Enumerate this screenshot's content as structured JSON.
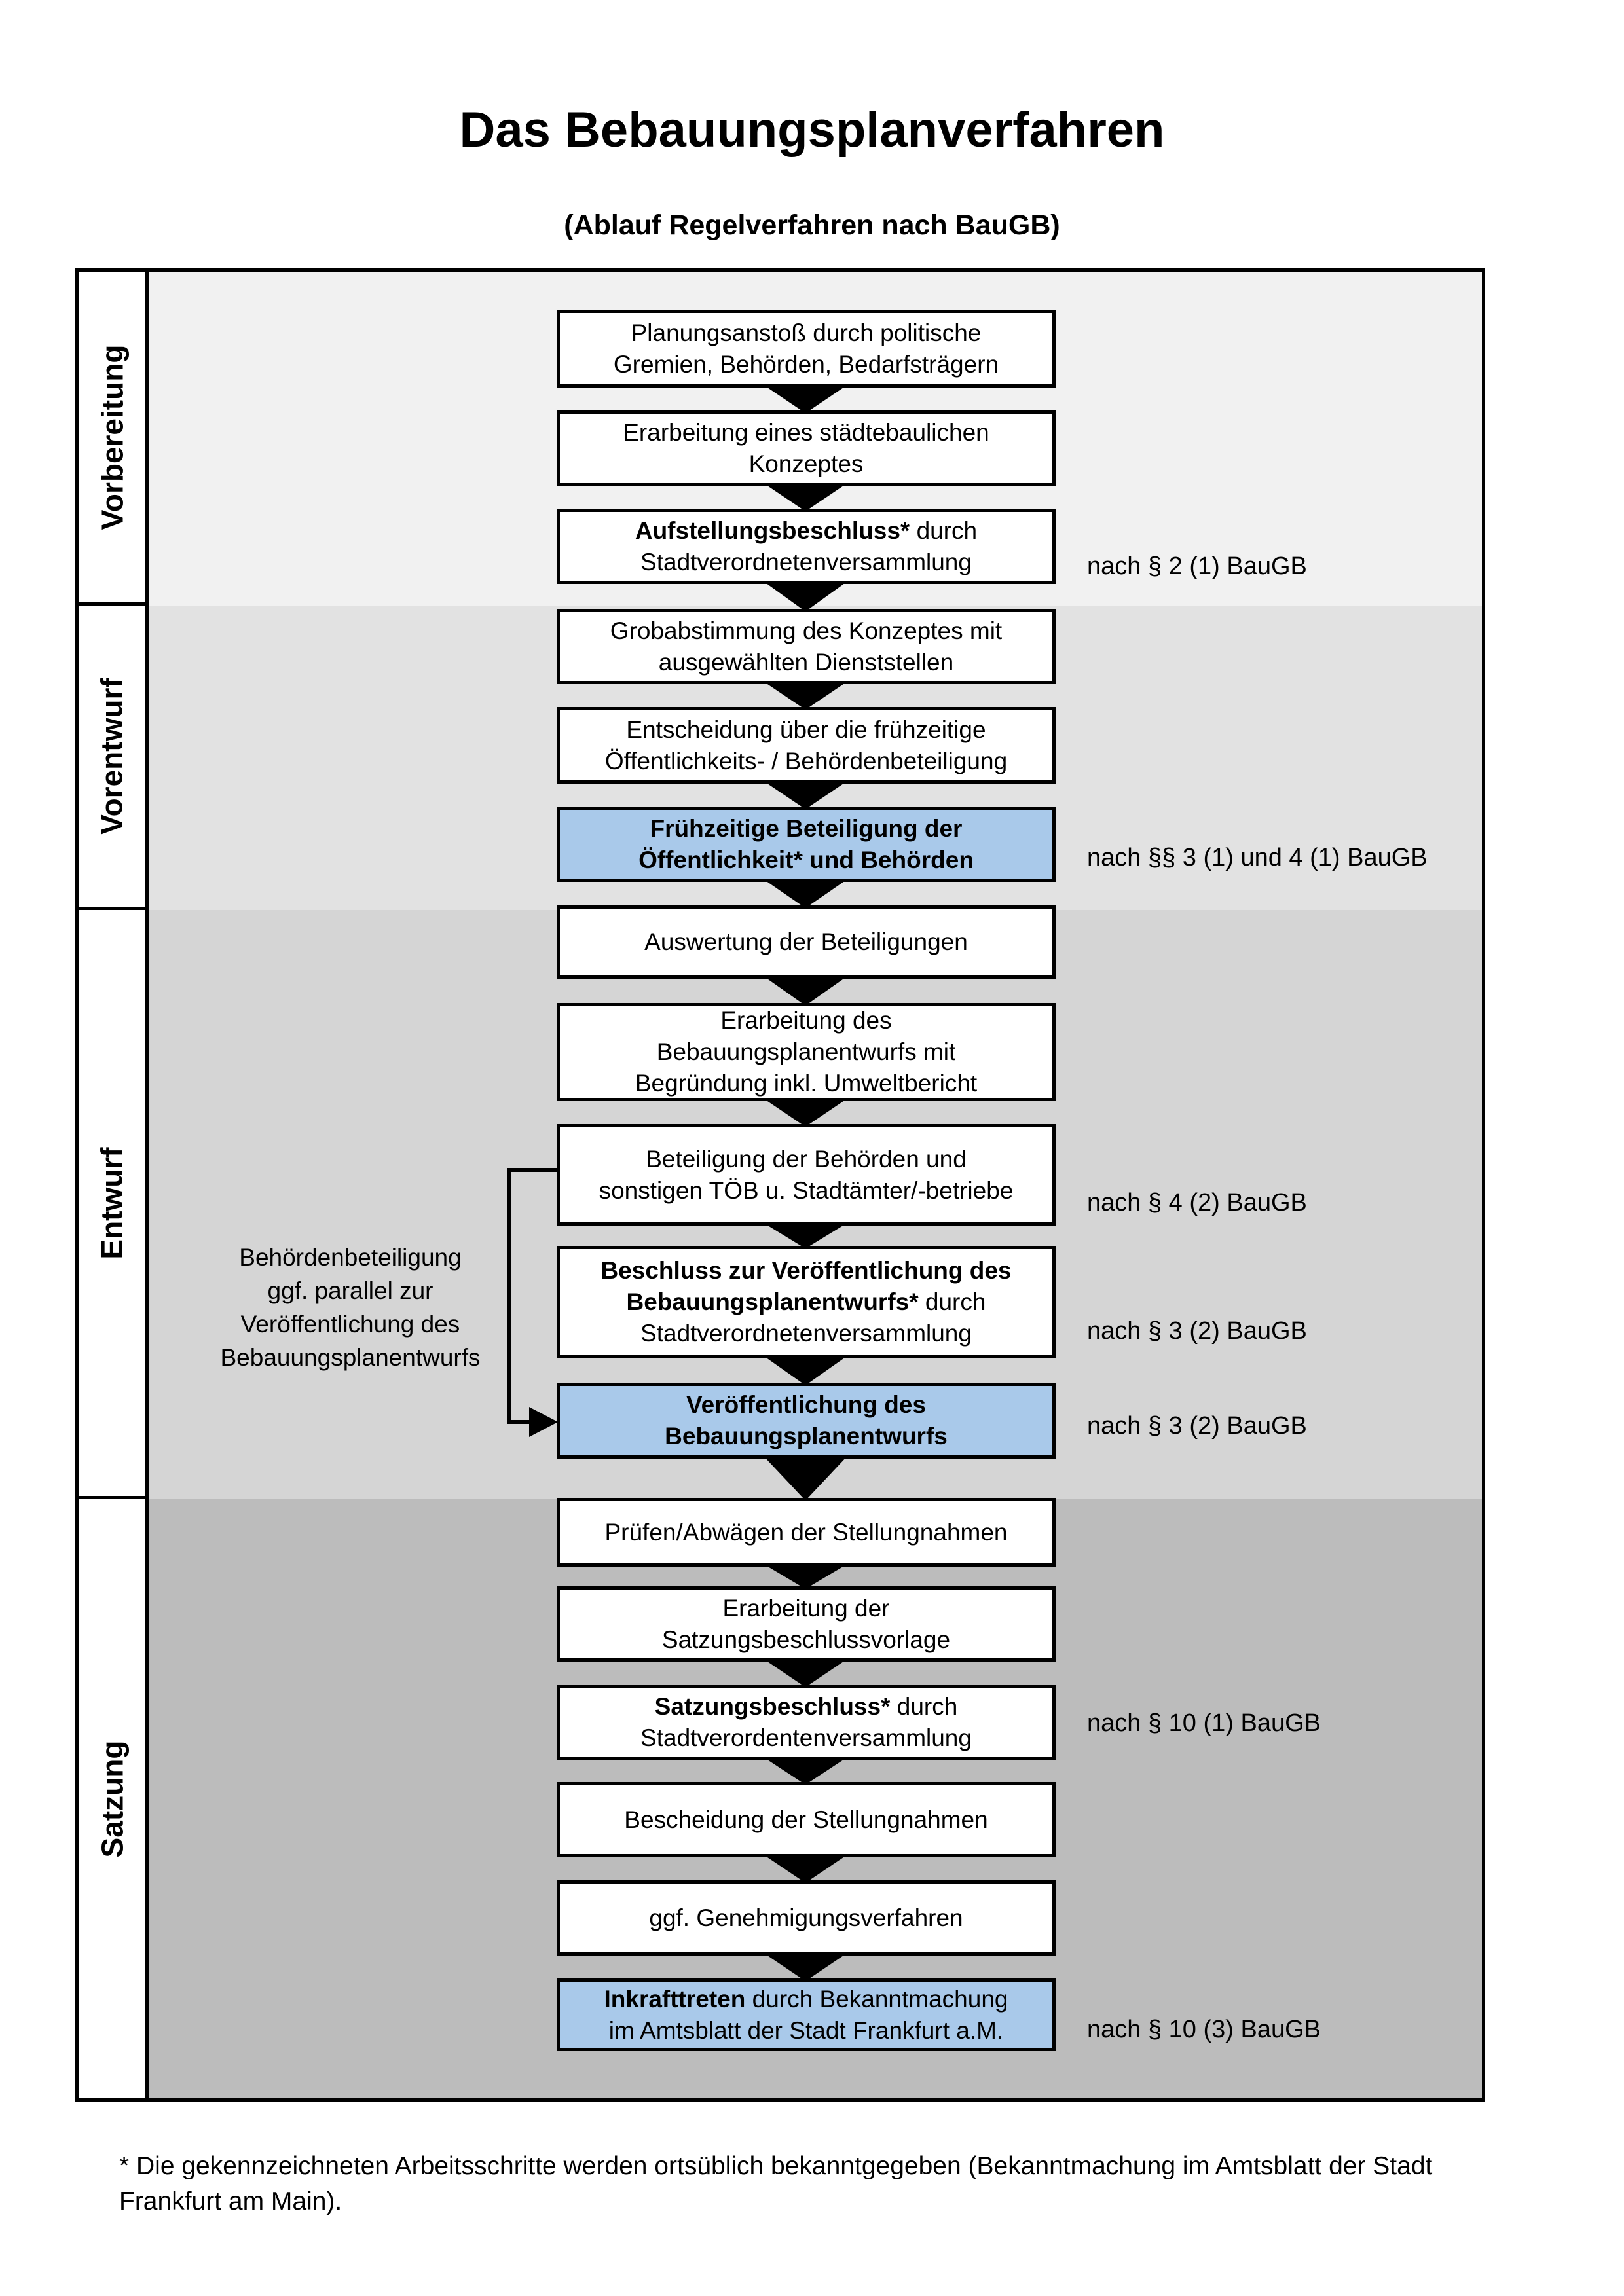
{
  "title": "Das Bebauungsplanverfahren",
  "subtitle": "(Ablauf Regelverfahren nach BauGB)",
  "colors": {
    "highlight_box": "#a9c9ea",
    "vorbereitung_bg": "#f1f1f1",
    "vorentwurf_bg": "#e2e2e2",
    "entwurf_bg": "#d5d5d5",
    "satzung_bg": "#bcbcbc",
    "box_border": "#000000"
  },
  "sections": [
    {
      "label": "Vorbereitung"
    },
    {
      "label": "Vorentwurf"
    },
    {
      "label": "Entwurf"
    },
    {
      "label": "Satzung"
    }
  ],
  "steps": [
    {
      "name": "planungsanstoss",
      "highlighted": false,
      "segments": [
        {
          "text": "Planungsanstoß durch politische\nGremien, Behörden, Bedarfsträgern",
          "bold": false
        }
      ]
    },
    {
      "name": "staedtebauliches-konzept",
      "highlighted": false,
      "segments": [
        {
          "text": "Erarbeitung eines städtebaulichen\nKonzeptes",
          "bold": false
        }
      ]
    },
    {
      "name": "aufstellungsbeschluss",
      "highlighted": false,
      "segments": [
        {
          "text": "Aufstellungsbeschluss*",
          "bold": true
        },
        {
          "text": " durch\nStadtverordnetenversammlung",
          "bold": false
        }
      ]
    },
    {
      "name": "grobabstimmung",
      "highlighted": false,
      "segments": [
        {
          "text": "Grobabstimmung des Konzeptes mit\nausgewählten Dienststellen",
          "bold": false
        }
      ]
    },
    {
      "name": "entscheidung-beteiligung",
      "highlighted": false,
      "segments": [
        {
          "text": "Entscheidung über die frühzeitige\nÖffentlichkeits- / Behördenbeteiligung",
          "bold": false
        }
      ]
    },
    {
      "name": "fruehzeitige-beteiligung",
      "highlighted": true,
      "segments": [
        {
          "text": "Frühzeitige Beteiligung der\nÖffentlichkeit* und Behörden",
          "bold": true
        }
      ]
    },
    {
      "name": "auswertung-beteiligungen",
      "highlighted": false,
      "segments": [
        {
          "text": "Auswertung der Beteiligungen",
          "bold": false
        }
      ]
    },
    {
      "name": "erarbeitung-bebauungsplanentwurf",
      "highlighted": false,
      "segments": [
        {
          "text": "Erarbeitung des\nBebauungsplanentwurfs mit\nBegründung inkl. Umweltbericht",
          "bold": false
        }
      ]
    },
    {
      "name": "beteiligung-behoerden",
      "highlighted": false,
      "segments": [
        {
          "text": "Beteiligung der Behörden und\nsonstigen TÖB u. Stadtämter/-betriebe",
          "bold": false
        }
      ]
    },
    {
      "name": "beschluss-veroeffentlichung",
      "highlighted": false,
      "segments": [
        {
          "text": "Beschluss zur Veröffentlichung des\nBebauungsplanentwurfs*",
          "bold": true
        },
        {
          "text": " durch\nStadtverordnetenversammlung",
          "bold": false
        }
      ]
    },
    {
      "name": "veroeffentlichung-entwurf",
      "highlighted": true,
      "segments": [
        {
          "text": "Veröffentlichung des\nBebauungsplanentwurfs",
          "bold": true
        }
      ]
    },
    {
      "name": "pruefen-abwaegen",
      "highlighted": false,
      "segments": [
        {
          "text": "Prüfen/Abwägen der Stellungnahmen",
          "bold": false
        }
      ]
    },
    {
      "name": "satzungsbeschlussvorlage",
      "highlighted": false,
      "segments": [
        {
          "text": "Erarbeitung der\nSatzungsbeschlussvorlage",
          "bold": false
        }
      ]
    },
    {
      "name": "satzungsbeschluss",
      "highlighted": false,
      "segments": [
        {
          "text": "Satzungsbeschluss*",
          "bold": true
        },
        {
          "text": " durch\nStadtverordentenversammlung",
          "bold": false
        }
      ]
    },
    {
      "name": "bescheidung-stellungnahmen",
      "highlighted": false,
      "segments": [
        {
          "text": "Bescheidung der Stellungnahmen",
          "bold": false
        }
      ]
    },
    {
      "name": "genehmigungsverfahren",
      "highlighted": false,
      "segments": [
        {
          "text": "ggf. Genehmigungsverfahren",
          "bold": false
        }
      ]
    },
    {
      "name": "inkrafttreten",
      "highlighted": true,
      "segments": [
        {
          "text": "Inkrafttreten",
          "bold": true
        },
        {
          "text": " durch Bekanntmachung\nim Amtsblatt der Stadt Frankfurt a.M.",
          "bold": false
        }
      ]
    }
  ],
  "annotations": [
    {
      "text": "nach § 2 (1) BauGB"
    },
    {
      "text": "nach §§ 3 (1) und 4 (1) BauGB"
    },
    {
      "text": "nach § 4 (2) BauGB"
    },
    {
      "text": "nach § 3 (2) BauGB"
    },
    {
      "text": "nach § 3 (2) BauGB"
    },
    {
      "text": "nach § 10 (1) BauGB"
    },
    {
      "text": "nach § 10 (3) BauGB"
    }
  ],
  "side_note": {
    "text": "Behördenbeteiligung\nggf. parallel zur\nVeröffentlichung des\nBebauungsplanentwurfs"
  },
  "footnote": "* Die gekennzeichneten Arbeitsschritte werden ortsüblich bekanntgegeben (Bekanntmachung im Amtsblatt  der Stadt\nFrankfurt am Main)."
}
